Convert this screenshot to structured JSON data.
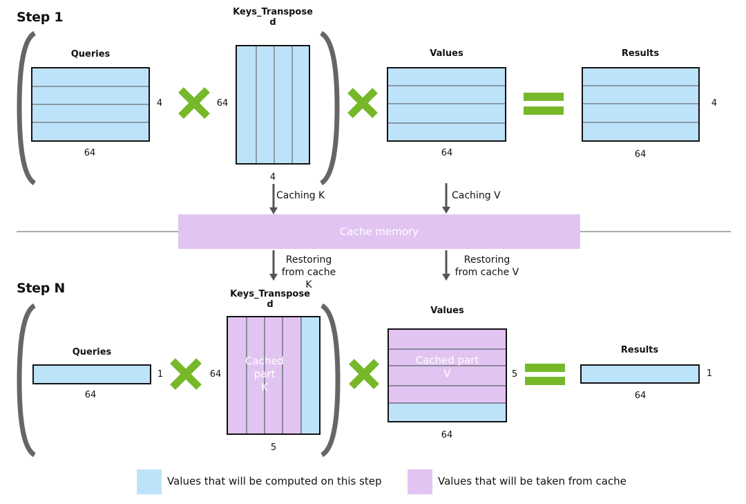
{
  "colors": {
    "computed": "#bde3fa",
    "cached": "#e2c4f2",
    "operator_green": "#76b82a",
    "bracket_gray": "#666666",
    "arrow_gray": "#555555",
    "divider_gray": "#aaaaaa"
  },
  "step1": {
    "title": "Step 1",
    "queries": {
      "label": "Queries",
      "rows_label": "4",
      "cols_label": "64",
      "rows": 4,
      "cached_rows": 0
    },
    "keys": {
      "label": "Keys_Transposed",
      "label_line1": "Keys_Transpose",
      "label_line2": "d",
      "rows_label": "64",
      "cols_label": "4",
      "cols": 4,
      "cached_cols": 0
    },
    "values": {
      "label": "Values",
      "cols_label": "64",
      "rows": 4,
      "cached_rows": 0
    },
    "results": {
      "label": "Results",
      "rows_label": "4",
      "cols_label": "64",
      "rows": 4
    },
    "operators": {
      "multiply_icon": "multiply-icon",
      "equals_icon": "equals-icon"
    }
  },
  "cache": {
    "label": "Cache memory",
    "caching_k": "Caching K",
    "caching_v": "Caching V",
    "restoring_k_line1": "Restoring",
    "restoring_k_line2": "from cache K",
    "restoring_v_line1": "Restoring",
    "restoring_v_line2": "from cache V"
  },
  "stepN": {
    "title": "Step N",
    "queries": {
      "label": "Queries",
      "rows_label": "1",
      "cols_label": "64",
      "rows": 1
    },
    "keys": {
      "label": "Keys_Transposed",
      "label_line1": "Keys_Transpose",
      "label_line2": "d",
      "rows_label": "64",
      "cols_label": "5",
      "cols": 5,
      "cached_cols": 4,
      "cached_text_line1": "Cached",
      "cached_text_line2": "part",
      "cached_text_line3": "K"
    },
    "values": {
      "label": "Values",
      "rows_label": "5",
      "cols_label": "64",
      "rows": 5,
      "cached_rows": 4,
      "cached_text_line1": "Cached part",
      "cached_text_line2": "V"
    },
    "results": {
      "label": "Results",
      "rows_label": "1",
      "cols_label": "64",
      "rows": 1
    }
  },
  "legend": [
    {
      "label": "Values that will be computed on this step",
      "swatch": "computed"
    },
    {
      "label": "Values that will be taken from cache",
      "swatch": "cached"
    }
  ]
}
